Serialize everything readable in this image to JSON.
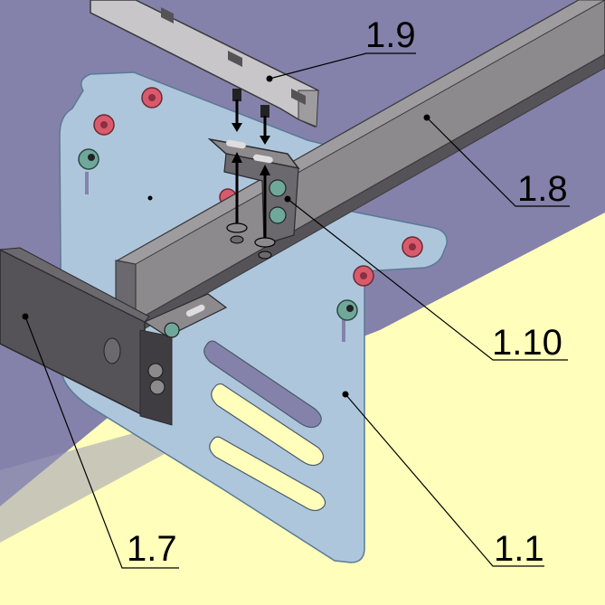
{
  "drawing": {
    "callouts": [
      {
        "id": "1.9",
        "label": "1.9",
        "part": "top-clip-rail"
      },
      {
        "id": "1.8",
        "label": "1.8",
        "part": "cross-beam"
      },
      {
        "id": "1.10",
        "label": "1.10",
        "part": "angle-connector"
      },
      {
        "id": "1.7",
        "label": "1.7",
        "part": "lower-beam"
      },
      {
        "id": "1.1",
        "label": "1.1",
        "part": "mounting-plate"
      }
    ]
  },
  "colors": {
    "background_wall": "#8482aa",
    "floor": "#ffffbb",
    "plate": "#aec6dc",
    "beam": "#8c8a8c",
    "beam_dark": "#555357",
    "nut_red": "#d95a6c",
    "nut_green": "#6fa89a",
    "leader_line": "#000000"
  }
}
